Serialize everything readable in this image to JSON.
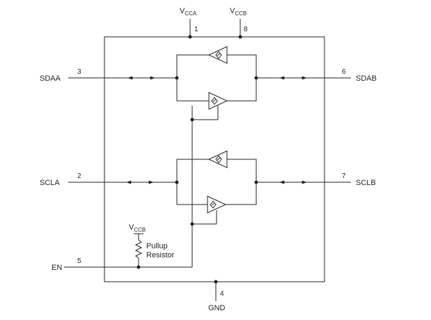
{
  "supplies": {
    "vcca": {
      "main": "V",
      "sub": "CCA",
      "pin": "1"
    },
    "vccb": {
      "main": "V",
      "sub": "CCB",
      "pin": "8"
    },
    "pullup_vccb": {
      "main": "V",
      "sub": "CCB"
    }
  },
  "pins": {
    "sdaa": {
      "name": "SDAA",
      "pin": "3"
    },
    "sdab": {
      "name": "SDAB",
      "pin": "6"
    },
    "scla": {
      "name": "SCLA",
      "pin": "2"
    },
    "sclb": {
      "name": "SCLB",
      "pin": "7"
    },
    "en": {
      "name": "EN",
      "pin": "5"
    },
    "gnd": {
      "name": "GND",
      "pin": "4"
    }
  },
  "pullup": {
    "line1": "Pullup",
    "line2": "Resistor"
  }
}
